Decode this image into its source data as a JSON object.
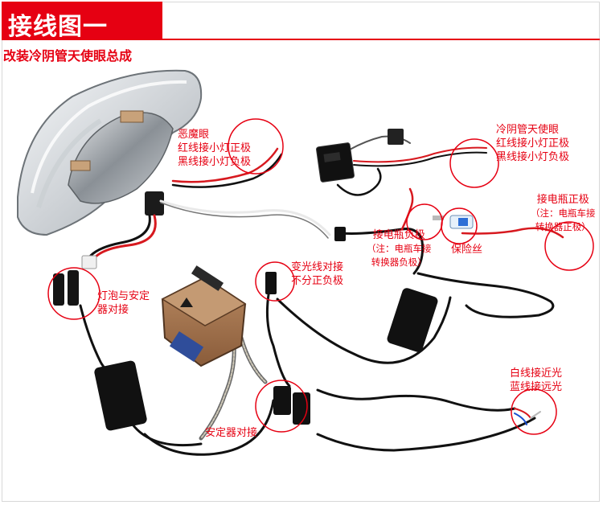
{
  "header": {
    "title": "接线图一",
    "subtitle": "改装冷阴管天使眼总成"
  },
  "annotations": {
    "demon_eye": [
      "恶魔眼",
      "红线接小灯正极",
      "黑线接小灯负极"
    ],
    "ccfl_angel_eye": [
      "冷阴管天使眼",
      "红线接小灯正极",
      "黑线接小灯负极"
    ],
    "battery_positive": [
      "接电瓶正极",
      "（注：电瓶车接",
      "转换器正极）"
    ],
    "battery_negative": [
      "接电瓶负极",
      "（注：电瓶车接",
      "转换器负极）"
    ],
    "fuse": "保险丝",
    "bulb_ballast": [
      "灯泡与安定",
      "器对接"
    ],
    "dimmer_wire": [
      "变光线对接",
      "不分正负极"
    ],
    "ballast_connect": "安定器对接",
    "white_blue_wire": [
      "白线接近光",
      "蓝线接远光"
    ]
  },
  "colors": {
    "accent": "#e60012",
    "wire_red": "#d7191f",
    "wire_black": "#111111",
    "ballast_housing": "#a47450"
  }
}
